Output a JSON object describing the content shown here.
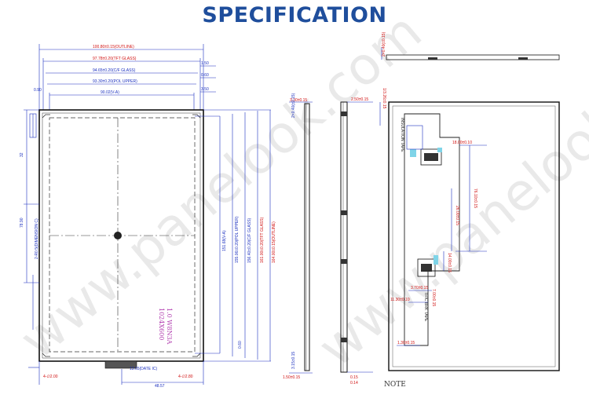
{
  "header": {
    "title": "SPECIFICATION"
  },
  "watermark": {
    "text": "www.panelook.com",
    "color": "#d8d8d8"
  },
  "colors": {
    "title": "#1f4e9c",
    "dimension_lines": "#1a2fbf",
    "dimension_text_red": "#d01010",
    "stamp": "#b23fb0"
  },
  "front_view": {
    "top_dims": [
      "100.80±0.15(OUTLINE)",
      "97.78±0.20(TFT GLASS)",
      "94.65±0.20(C/F GLASS)",
      "93.30±0.20(POL UPPER)",
      "90.02(V-A)"
    ],
    "right_small": [
      "1.50",
      "0.60",
      "3.50"
    ],
    "left_small": "0.90",
    "right_dims": [
      "151.68(V-A)",
      "155.06±0.20(POL UPPER)",
      "156.40±0.20(C/F GLASS)",
      "161.00±0.20(TFT GLASS)",
      "164.00±0.15(OUTLINE)"
    ],
    "left_dims": [
      "32",
      "78.90",
      "2-R0.5(DIMENSION C)"
    ],
    "bottom_dims": [
      "4-∅2.00",
      "13.65(DATE IC)",
      "4-∅2.80",
      "48.57"
    ],
    "right_bottom": "0.60",
    "stamp": [
      "1.0 W8N3A",
      "1024X600"
    ]
  },
  "side_view": {
    "top_dim": "3.30±0.15",
    "bottom_dim": "3.15±0.15",
    "mid_dims": [
      "2.50±0.15",
      "1.50±0.15"
    ],
    "bottom_small": [
      "0.15",
      "0.14"
    ],
    "top_right": "2×0.40(±0.15)"
  },
  "rear_view": {
    "labels": [
      "1/3.26±0.15",
      "INSULATION TAPE",
      "18.00±0.10",
      "76.10±0.15",
      "26.00±0.15",
      "14.00±0.15",
      "3.70±0.15",
      "11.30±0.10",
      "7.00±0.15",
      "TRIC BRK TAPE",
      "1.30±0.15"
    ],
    "note": "NOTE"
  }
}
